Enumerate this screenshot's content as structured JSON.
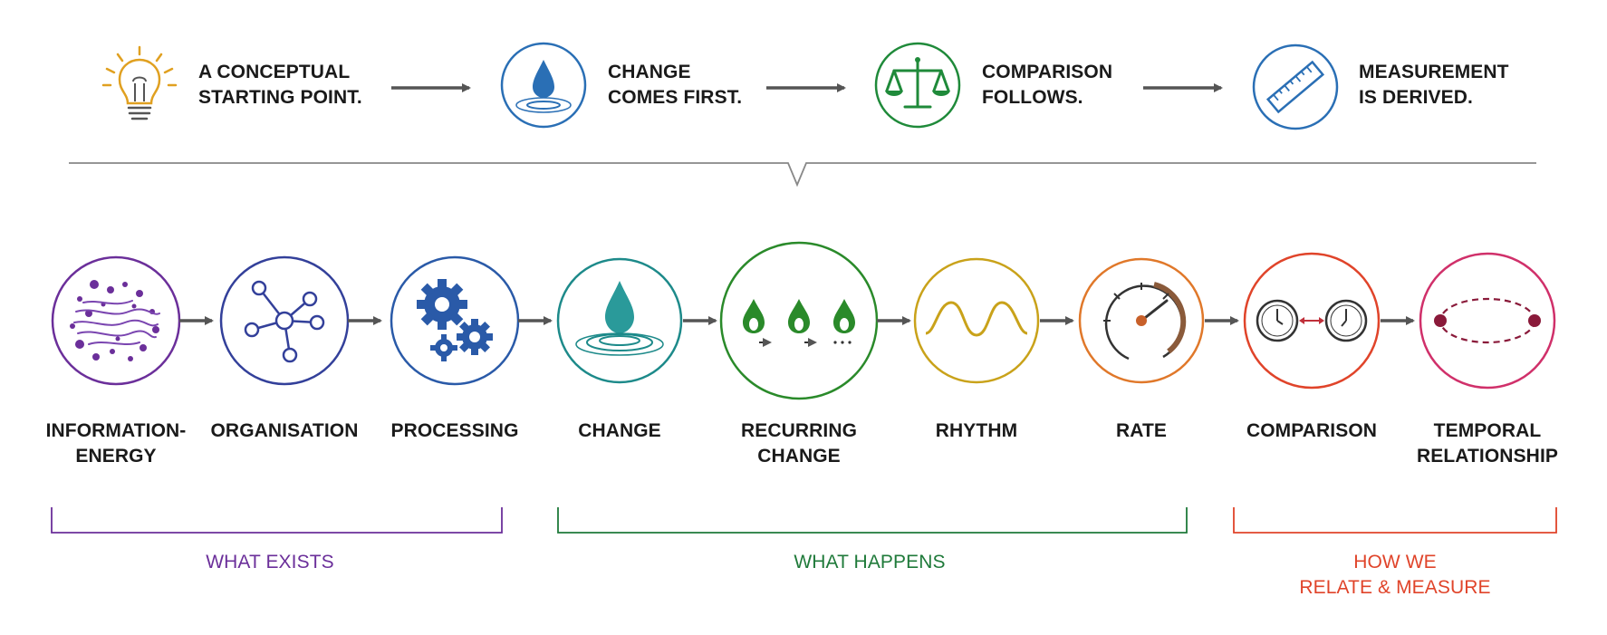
{
  "header": {
    "stages": [
      {
        "label": "A CONCEPTUAL\nSTARTING POINT.",
        "icon": "lightbulb-icon",
        "color": "#e0a020"
      },
      {
        "label": "CHANGE\nCOMES FIRST.",
        "icon": "water-drop-icon",
        "color": "#2a6fb5"
      },
      {
        "label": "COMPARISON\nFOLLOWS.",
        "icon": "balance-scale-icon",
        "color": "#1f8a3a"
      },
      {
        "label": "MEASUREMENT\nIS DERIVED.",
        "icon": "ruler-icon",
        "color": "#2a6fb5"
      }
    ]
  },
  "steps": [
    {
      "label": "INFORMATION-\nENERGY",
      "icon": "particles-icon",
      "color": "#6b2f9a"
    },
    {
      "label": "ORGANISATION",
      "icon": "network-icon",
      "color": "#33409a"
    },
    {
      "label": "PROCESSING",
      "icon": "gears-icon",
      "color": "#2a5aa8"
    },
    {
      "label": "CHANGE",
      "icon": "ripple-drop-icon",
      "color": "#1d8a8a"
    },
    {
      "label": "RECURRING\nCHANGE",
      "icon": "repeating-drops-icon",
      "color": "#2a8a2a"
    },
    {
      "label": "RHYTHM",
      "icon": "sine-wave-icon",
      "color": "#c9a21a"
    },
    {
      "label": "RATE",
      "icon": "gauge-icon",
      "color": "#e0782a"
    },
    {
      "label": "COMPARISON",
      "icon": "clocks-compare-icon",
      "color": "#e0442a"
    },
    {
      "label": "TEMPORAL\nRELATIONSHIP",
      "icon": "linked-points-icon",
      "color": "#d0306a"
    }
  ],
  "groups": [
    {
      "label": "WHAT EXISTS",
      "color": "#6b2f9a"
    },
    {
      "label": "WHAT HAPPENS",
      "color": "#1f7a3a"
    },
    {
      "label": "HOW WE\nRELATE & MEASURE",
      "color": "#e0442a"
    }
  ]
}
